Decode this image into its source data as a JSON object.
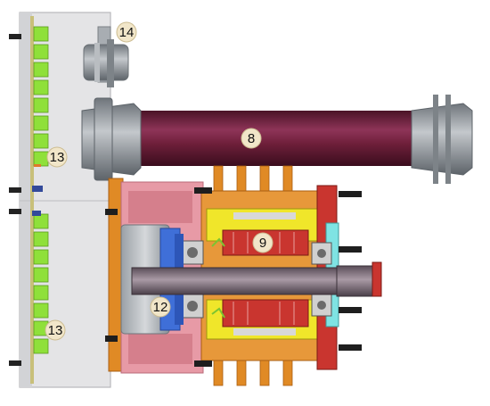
{
  "labels": {
    "tube": "8",
    "rotor": "9",
    "hub": "12",
    "battery_upper": "13",
    "battery_lower": "13",
    "connector": "14"
  },
  "colors": {
    "housing": "#e6e6e6",
    "tube": "#6e1f3a",
    "cap": "#8f9499",
    "battery": "#8fe03a",
    "copper": "#e08a25",
    "pink": "#e79aa6",
    "yellow": "#f0e62a",
    "red": "#c9352f",
    "blue": "#3f6fd8",
    "cyan": "#7fe3e3",
    "label_bg": "#f1e6c9"
  }
}
